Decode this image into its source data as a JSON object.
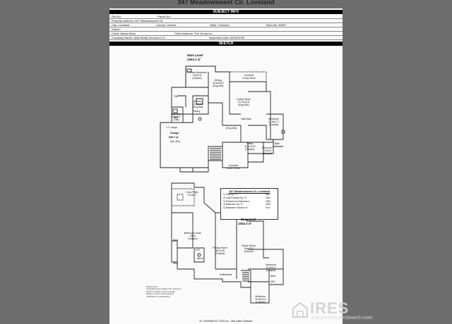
{
  "page_title": "347 Meadowsweet Cir. Loveland",
  "subject_info": {
    "header": "SUBJECT INFO",
    "file_no": "File No.:",
    "parcel_no": "Parcel No.:",
    "property_address": "Property Address: 347 Meadowsweet Cir.",
    "city": "City: Loveland",
    "county": "County: Larimer",
    "state": "State: Colorado",
    "zip": "ZipCode: 80537",
    "owner": "Owner:",
    "client": "Client: Allison Buck",
    "client_address": "Client Address: The Group Inc",
    "company": "Company Name: Sela Realty Services LLC",
    "inspection_date": "Inspection Date: 05/22/2025"
  },
  "sketch_header": "SKETCH",
  "main_level": {
    "title": "Main Level",
    "area": "2303.1 sf",
    "rooms": [
      {
        "name": "Primary Bedroom",
        "dims": "14x13.5",
        "floor": "(Carpet)"
      },
      {
        "name": "Dining",
        "dims": "15.8x15.2",
        "floor": "(Eng Wd)"
      },
      {
        "name": "Covered",
        "dims": "Comp Deck",
        "floor": ""
      },
      {
        "name": "Living Room",
        "dims": "21.1x15.8",
        "floor": "(Eng Wd)"
      },
      {
        "name": "Kitchen",
        "dims": "12.5x12.3",
        "floor": "(Eng Wd)"
      },
      {
        "name": "Laundry",
        "dims": "8.6x8.1",
        "floor": "(Tile)"
      },
      {
        "name": "Bedroom",
        "dims": "11.8x11.7",
        "floor": "(Carpet)"
      },
      {
        "name": "Office",
        "dims": "11.1x13.8",
        "floor": "(Carpet)"
      },
      {
        "name": "Bedroom",
        "dims": "12.8x11",
        "floor": "(Carpet)"
      },
      {
        "name": "Covered",
        "dims": "Conc Porch",
        "floor": ""
      }
    ],
    "garage": {
      "name": "Garage",
      "area": "849.7 sf",
      "note": "(Att. Drv)",
      "tag": "1.1\" slope"
    },
    "small": [
      "Tile",
      "WIC",
      "Pantry",
      "(Eng Wd)",
      "Half Bath",
      "Bath"
    ]
  },
  "legend": {
    "title": "347 Meadowsweet Cir. Loveland",
    "rows": [
      {
        "label": "1) Total Sq. Ft.",
        "value": "4607"
      },
      {
        "label": "2) Total Finished Sq. Ft.",
        "value": "4303"
      },
      {
        "label": "3) Finished w/o Basement",
        "value": "2303"
      },
      {
        "label": "4) Basement Sq. Ft.",
        "value": "2304"
      },
      {
        "label": "5) Basement Finished %",
        "value": "91%"
      }
    ]
  },
  "basement": {
    "title": "Basement",
    "area": "2304.3 sf",
    "rooms": [
      {
        "name": "Conc Patio",
        "dims": "17x15.7",
        "floor": ""
      },
      {
        "name": "Bedroom Suite",
        "dims": "19x9",
        "floor": "(Carpet)"
      },
      {
        "name": "Family Room",
        "dims": "28.1x15",
        "floor": "(Carpet)"
      },
      {
        "name": "Game Room",
        "dims": "16x18.5",
        "floor": "(Carpet)"
      },
      {
        "name": "Bedroom",
        "dims": "11.4x11.1",
        "floor": "(Carpet)"
      },
      {
        "name": "Bedroom",
        "dims": "11.8x12.3",
        "floor": "(Carpet)"
      }
    ],
    "small": [
      "UTL",
      "Bath",
      "WIC",
      "Mech",
      "Unfinished",
      "Bath",
      "WIC"
    ]
  },
  "credits": {
    "line1": "Sketch Verifi",
    "line2": "Copyright Aperture Base The Group Inc.",
    "line3": "Sketch provided by and its usage",
    "line4": "Design of Inform and permitted",
    "line5": "Verification not guaranteed."
  },
  "footer": "ID: DOWNBOUT 2025 Inc. -Mid-Atlas Software",
  "watermark": {
    "brand": "IRES",
    "url": "ColoradoHomeSearch.com"
  },
  "colors": {
    "background": "#6d6d6d",
    "sheet": "#fafafa",
    "header_bar": "#000000",
    "wall": "#222222",
    "watermark": "#d0d0d0"
  }
}
